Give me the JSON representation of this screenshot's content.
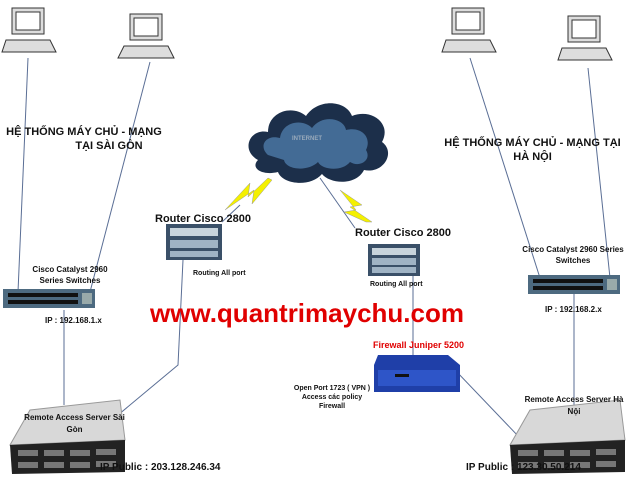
{
  "saigon": {
    "title_line1": "HỆ THỐNG MÁY CHỦ - MẠNG",
    "title_line2": "TẠI SÀI GÒN",
    "router_label": "Router Cisco 2800",
    "router_note": "Routing All port",
    "switch_label_line1": "Cisco Catalyst 2960",
    "switch_label_line2": "Series Switches",
    "switch_ip": "IP : 192.168.1.x",
    "server_label_line1": "Remote Access Server Sài",
    "server_label_line2": "Gòn",
    "public_ip": "IP Public : 203.128.246.34"
  },
  "hanoi": {
    "title_line1": "HỆ THỐNG MÁY CHỦ - MẠNG TẠI",
    "title_line2": "HÀ NỘI",
    "router_label": "Router Cisco 2800",
    "router_note": "Routing All port",
    "switch_label_line1": "Cisco Catalyst 2960 Series",
    "switch_label_line2": "Switches",
    "switch_ip": "IP : 192.168.2.x",
    "firewall_label": "Firewall Juniper 5200",
    "firewall_note_line1": "Open Port 1723 ( VPN )",
    "firewall_note_line2": "Access các policy",
    "firewall_note_line3": "Firewall",
    "server_label_line1": "Remote Access Server Hà",
    "server_label_line2": "Nội",
    "public_ip": "IP Public : 123.30.50.214"
  },
  "cloud_label": "INTERNET",
  "watermark": "www.quantrimaychu.com",
  "colors": {
    "watermark": "#e00000",
    "line": "#5a6e95",
    "lightning": "#f4f000"
  }
}
